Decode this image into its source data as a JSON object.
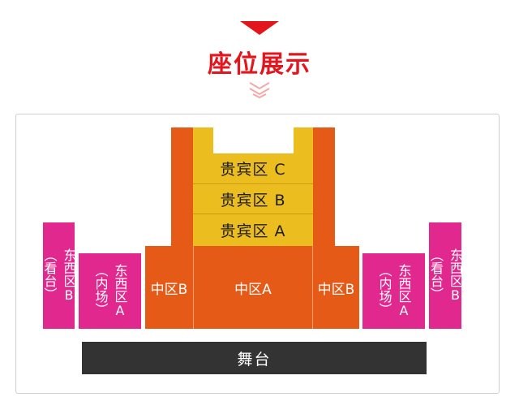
{
  "header": {
    "title": "座位展示",
    "triangle_color": "#e3151d",
    "chevron_color": "#f4a8a8"
  },
  "seating": {
    "vip_c": "贵宾区 C",
    "vip_b": "贵宾区 B",
    "vip_a": "贵宾区 A",
    "center": "中区A",
    "middle_b_left": "中区B",
    "middle_b_right": "中区B",
    "east_west_b_left": [
      "东西区B",
      "（看台）"
    ],
    "east_west_a_left": [
      "东西区A",
      "（内场）"
    ],
    "east_west_a_right": [
      "东西区A",
      "（内场）"
    ],
    "east_west_b_right": [
      "东西区B",
      "（看台）"
    ],
    "stage": "舞台"
  },
  "colors": {
    "orange": "#e55a16",
    "gold": "#ecbd1f",
    "magenta": "#e1288f",
    "stage": "#333333"
  }
}
